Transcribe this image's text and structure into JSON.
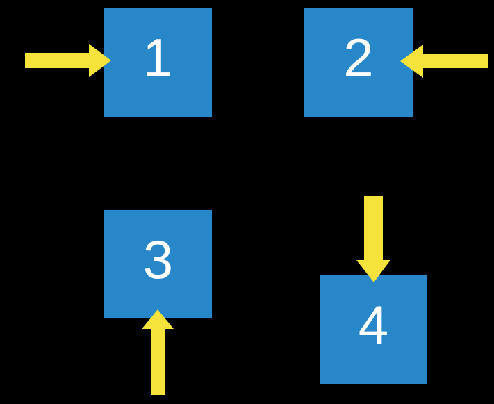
{
  "diagram": {
    "background_color": "#000000",
    "square_color": "#2787c9",
    "arrow_color": "#f5e23a",
    "label_color": "#ffffff",
    "squares": [
      {
        "label": "1",
        "arrow_enters_from": "left",
        "arrow_points": "right"
      },
      {
        "label": "2",
        "arrow_enters_from": "right",
        "arrow_points": "left"
      },
      {
        "label": "3",
        "arrow_enters_from": "bottom",
        "arrow_points": "up"
      },
      {
        "label": "4",
        "arrow_enters_from": "top",
        "arrow_points": "down"
      }
    ]
  }
}
